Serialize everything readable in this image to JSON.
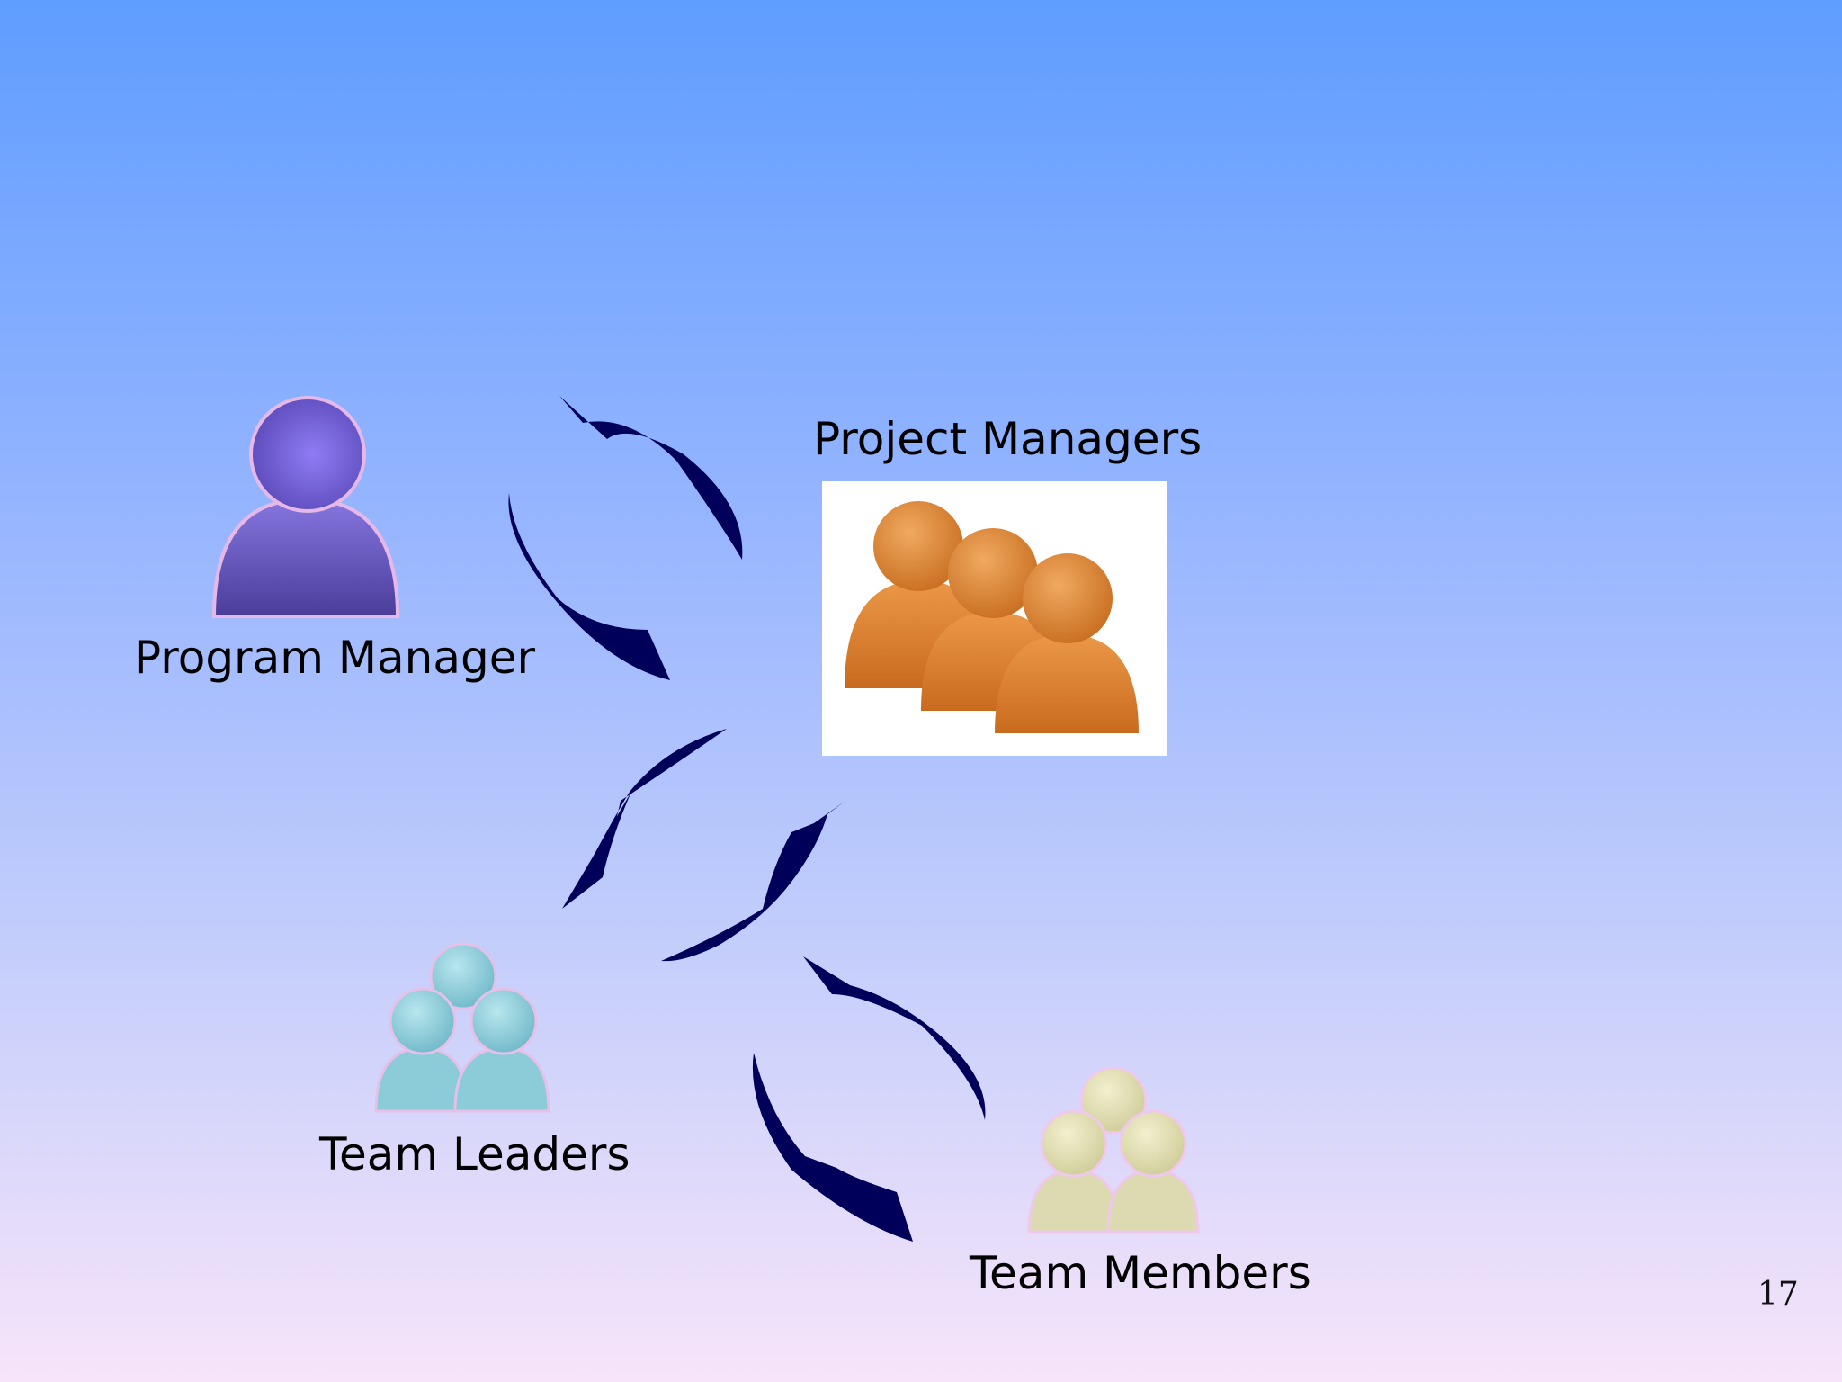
{
  "nodes": {
    "program_manager": {
      "label": "Program Manager",
      "icon": "person-icon",
      "color": "#6f5fcf"
    },
    "project_managers": {
      "label": "Project Managers",
      "icon": "group-of-three-icon",
      "color": "#e0893a"
    },
    "team_leaders": {
      "label": "Team Leaders",
      "icon": "group-stack-icon",
      "color": "#8fd0dc"
    },
    "team_members": {
      "label": "Team Members",
      "icon": "group-stack-icon",
      "color": "#e0ddb0"
    }
  },
  "arrows": {
    "color": "#00005a",
    "pairs": [
      {
        "between": [
          "Program Manager",
          "Project Managers"
        ],
        "direction": "bidirectional"
      },
      {
        "between": [
          "Project Managers",
          "Team Leaders"
        ],
        "direction": "bidirectional"
      },
      {
        "between": [
          "Team Leaders",
          "Team Members"
        ],
        "direction": "bidirectional"
      }
    ]
  },
  "page_number": "17"
}
